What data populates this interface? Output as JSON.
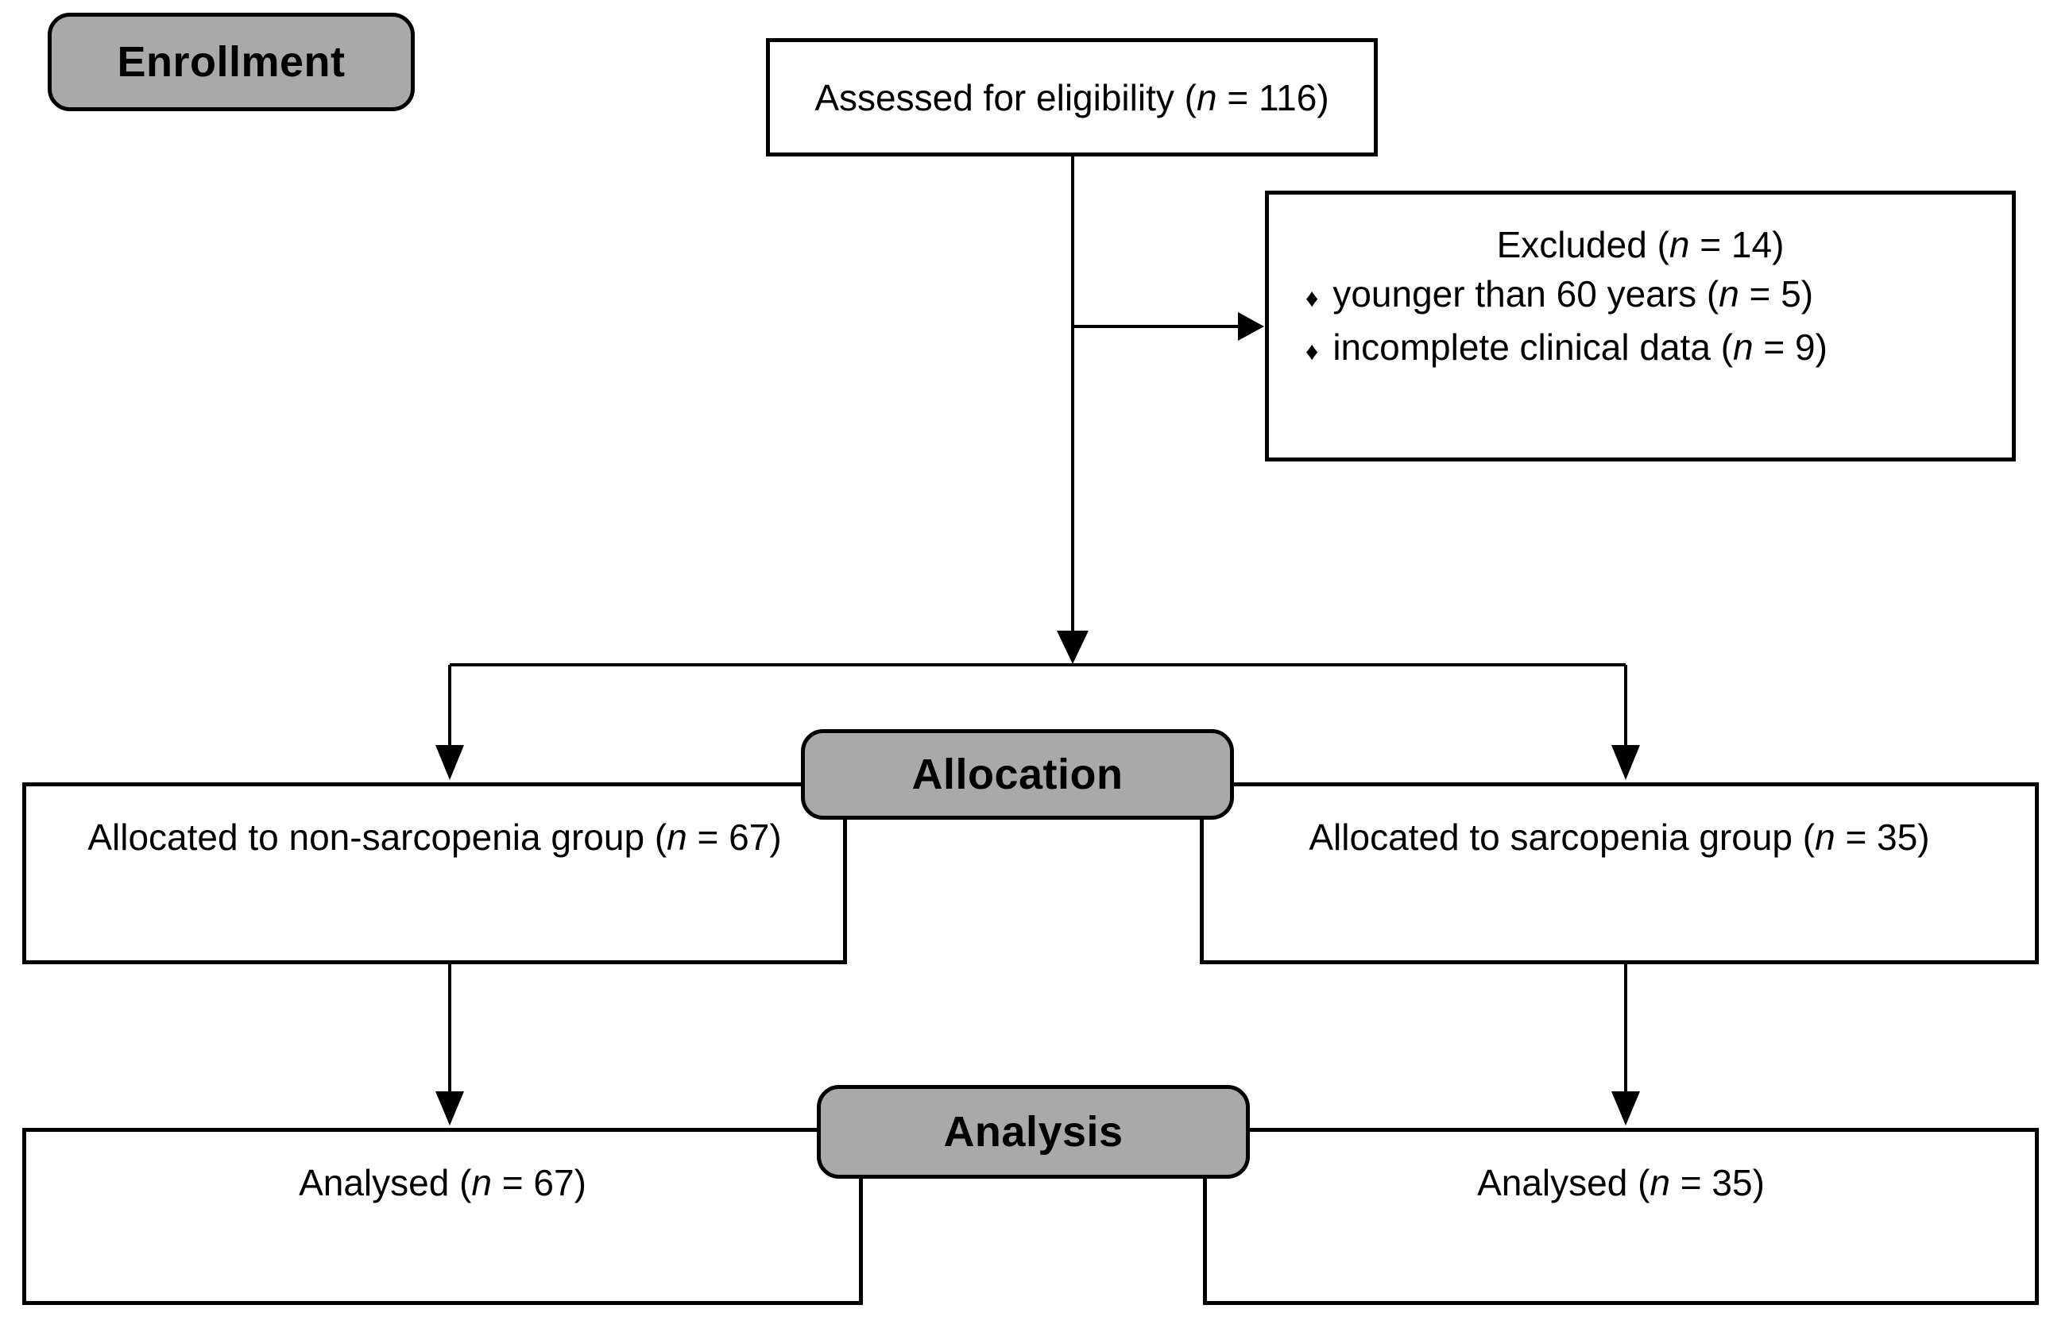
{
  "diagram": {
    "title_badges": {
      "enrollment": "Enrollment",
      "allocation": "Allocation",
      "analysis": "Analysis"
    },
    "assessed": {
      "prefix": "Assessed for eligibility (",
      "n": "n",
      "suffix": " = 116)"
    },
    "excluded": {
      "title": {
        "prefix": "Excluded (",
        "n": "n",
        "suffix": " = 14)"
      },
      "items": [
        {
          "bullet": "♦",
          "prefix": "younger than 60 years (",
          "n": "n",
          "suffix": " = 5)"
        },
        {
          "bullet": "♦",
          "prefix": "incomplete clinical data (",
          "n": "n",
          "suffix": " = 9)"
        }
      ]
    },
    "allocation_left": {
      "prefix": "Allocated to non-sarcopenia group (",
      "n": "n",
      "suffix": " = 67)"
    },
    "allocation_right": {
      "prefix": "Allocated to sarcopenia group (",
      "n": "n",
      "suffix": " = 35)"
    },
    "analysis_left": {
      "prefix": "Analysed (",
      "n": "n",
      "suffix": " = 67)"
    },
    "analysis_right": {
      "prefix": "Analysed (",
      "n": "n",
      "suffix": " = 35)"
    },
    "colors": {
      "badge_fill": "#a9a9a9",
      "border": "#000000",
      "box_fill": "#ffffff",
      "text": "#000000"
    }
  }
}
